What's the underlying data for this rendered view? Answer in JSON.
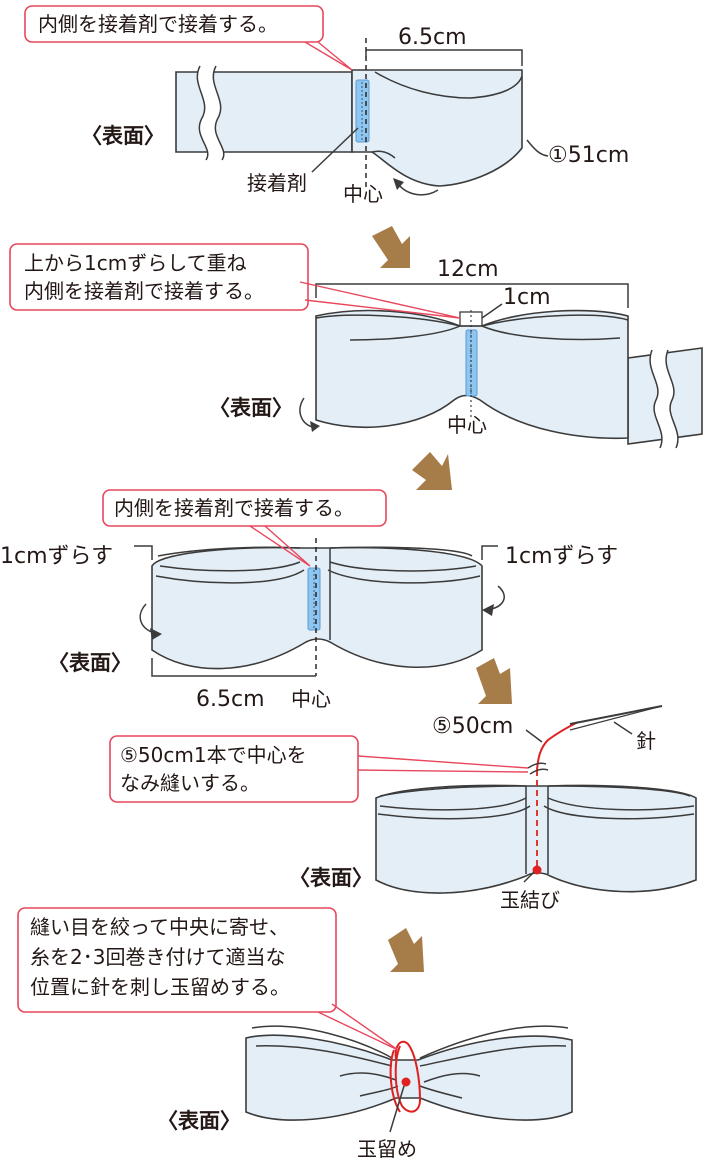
{
  "step1": {
    "callout": "内側を接着剤で接着する。",
    "dim_width": "6.5cm",
    "front_label": "〈表面〉",
    "length_label": "①51cm",
    "glue_label": "接着剤",
    "center_label": "中心"
  },
  "step2": {
    "callout_line1": "上から1cmずらして重ね",
    "callout_line2": "内側を接着剤で接着する。",
    "dim_width": "12cm",
    "dim_offset": "1cm",
    "front_label": "〈表面〉",
    "center_label": "中心"
  },
  "step3": {
    "callout": "内側を接着剤で接着する。",
    "shift_left": "1cmずらす",
    "shift_right": "1cmずらす",
    "front_label": "〈表面〉",
    "dim_width": "6.5cm",
    "center_label": "中心"
  },
  "step4": {
    "thread_label": "⑤50cm",
    "needle_label": "針",
    "callout_line1": "⑤50cm1本で中心を",
    "callout_line2": "なみ縫いする。",
    "front_label": "〈表面〉",
    "knot_label": "玉結び"
  },
  "step5": {
    "callout_line1": "縫い目を絞って中央に寄せ、",
    "callout_line2": "糸を2･3回巻き付けて適当な",
    "callout_line3": "位置に針を刺し玉留めする。",
    "front_label": "〈表面〉",
    "finish_label": "玉留め"
  },
  "colors": {
    "ribbon_fill": "#e4eef6",
    "outline": "#3b3b3b",
    "callout_border": "#e8475d",
    "glue": "#8ec6ef",
    "arrow": "#a67c48",
    "thread": "#e02121"
  }
}
